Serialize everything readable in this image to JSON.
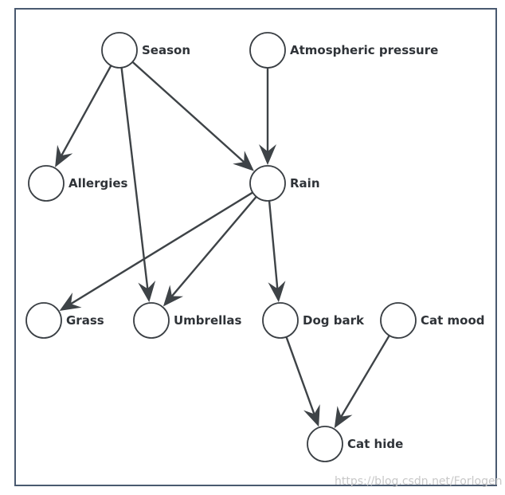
{
  "diagram": {
    "nodes": [
      {
        "id": "season",
        "label": "Season"
      },
      {
        "id": "pressure",
        "label": "Atmospheric pressure"
      },
      {
        "id": "allergies",
        "label": "Allergies"
      },
      {
        "id": "rain",
        "label": "Rain"
      },
      {
        "id": "grass",
        "label": "Grass"
      },
      {
        "id": "umbrellas",
        "label": "Umbrellas"
      },
      {
        "id": "dogbark",
        "label": "Dog bark"
      },
      {
        "id": "catmood",
        "label": "Cat mood"
      },
      {
        "id": "cathide",
        "label": "Cat hide"
      }
    ],
    "edges": [
      {
        "from": "season",
        "to": "allergies"
      },
      {
        "from": "season",
        "to": "umbrellas"
      },
      {
        "from": "season",
        "to": "rain"
      },
      {
        "from": "pressure",
        "to": "rain"
      },
      {
        "from": "rain",
        "to": "grass"
      },
      {
        "from": "rain",
        "to": "umbrellas"
      },
      {
        "from": "rain",
        "to": "dogbark"
      },
      {
        "from": "dogbark",
        "to": "cathide"
      },
      {
        "from": "catmood",
        "to": "cathide"
      }
    ]
  },
  "watermark": "https://blog.csdn.net/Forlogen"
}
